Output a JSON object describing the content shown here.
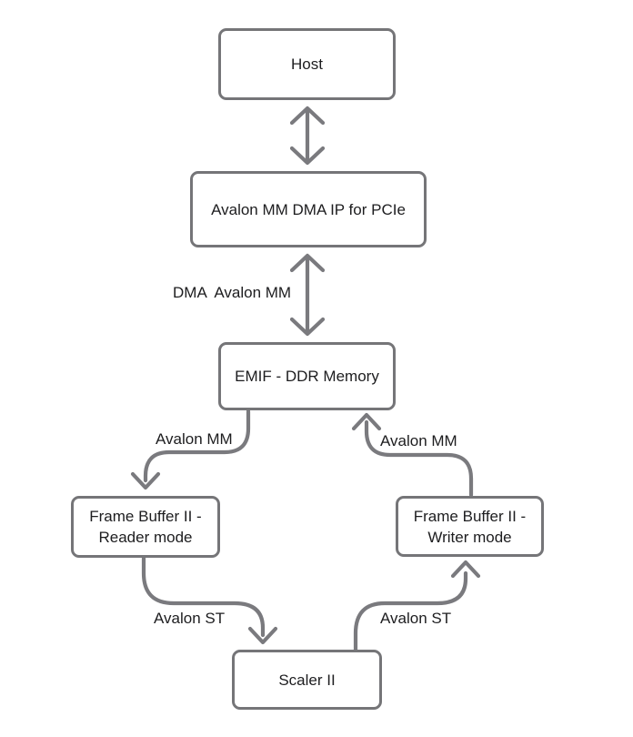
{
  "colors": {
    "background": "#ffffff",
    "box_border": "#757578",
    "box_fill": "#ffffff",
    "arrow": "#7a7a7e",
    "text": "#1d1d1f"
  },
  "nodes": [
    {
      "id": "host",
      "label": "Host"
    },
    {
      "id": "pcie-dma",
      "label": "Avalon MM DMA IP for PCIe"
    },
    {
      "id": "emif",
      "label": "EMIF - DDR Memory"
    },
    {
      "id": "fb-reader",
      "label": "Frame Buffer II -\nReader mode"
    },
    {
      "id": "fb-writer",
      "label": "Frame Buffer II -\nWriter mode"
    },
    {
      "id": "scaler",
      "label": "Scaler II"
    }
  ],
  "edge_labels": [
    {
      "id": "dma-avalon-mm",
      "text": "DMA  Avalon MM"
    },
    {
      "id": "avalon-mm-left",
      "text": "Avalon MM"
    },
    {
      "id": "avalon-mm-right",
      "text": "Avalon MM"
    },
    {
      "id": "avalon-st-left",
      "text": "Avalon ST"
    },
    {
      "id": "avalon-st-right",
      "text": "Avalon ST"
    }
  ]
}
